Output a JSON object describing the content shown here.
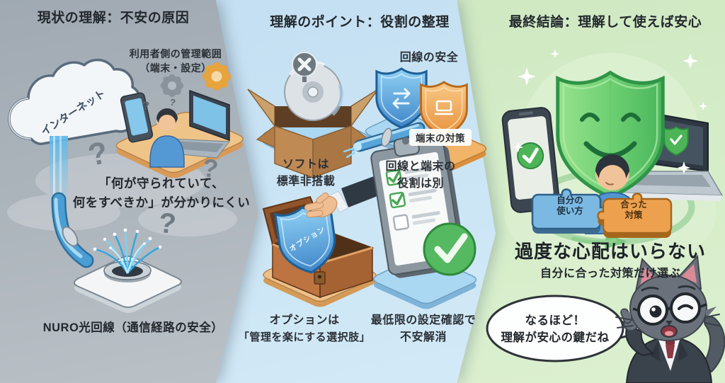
{
  "colors": {
    "panel_left_bg": "#adb5bc",
    "panel_middle_bg": "#c9e3f4",
    "panel_right_bg": "#d2e9c6",
    "text_dark": "#2b3036",
    "accent_blue": "#4d9fd6",
    "accent_orange": "#e8963f",
    "accent_green": "#52b85e"
  },
  "left": {
    "title": "現状の理解：不安の原因",
    "cloud_label": "インターネット",
    "management_line1": "利用者側の管理範囲",
    "management_line2": "（端末・設定）",
    "confusion_line1": "「何が守られていて、",
    "confusion_line2": "何をすべきか」が分かりにくい",
    "question_mark": "?",
    "bottom_label": "NURO光回線（通信経路の安全）"
  },
  "middle": {
    "title": "理解のポイント：役割の整理",
    "box_caption_line1": "ソフトは",
    "box_caption_line2": "標準非搭載",
    "line_safety_label": "回線の安全",
    "device_measures_label": "端末の対策",
    "roles_caption_line1": "回線と端末の",
    "roles_caption_line2": "役割は別",
    "option_shield_label": "オプション",
    "option_caption_line1": "オプションは",
    "option_caption_line2": "「管理を楽にする選択肢」",
    "check_caption_line1": "最低限の設定確認で",
    "check_caption_line2": "不安解消"
  },
  "right": {
    "title": "最終結論：理解して使えば安心",
    "puzzle_left_line1": "自分の",
    "puzzle_left_line2": "使い方",
    "puzzle_right_line1": "合った",
    "puzzle_right_line2": "対策",
    "conclusion_main": "過度な心配はいらない",
    "conclusion_sub": "自分に合った対策だけ選ぶ",
    "speech_line1": "なるほど！",
    "speech_line2": "理解が安心の鍵だね"
  }
}
